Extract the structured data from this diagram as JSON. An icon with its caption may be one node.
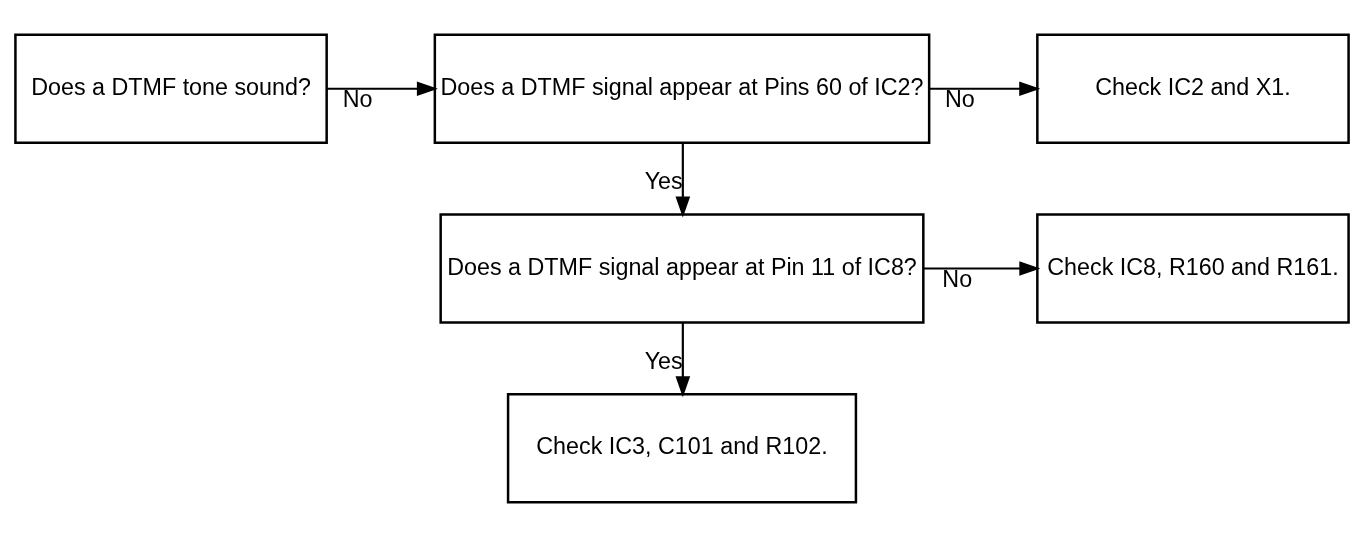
{
  "diagram": {
    "nodes": [
      {
        "text": [
          "Does a DTMF tone sound?"
        ]
      },
      {
        "text": [
          "Does a DTMF signal appear at Pins 60 of IC2?"
        ]
      },
      {
        "text": [
          "Check IC2 and X1."
        ]
      },
      {
        "text": [
          "Does a DTMF signal appear at Pin 11 of IC8?"
        ]
      },
      {
        "text": [
          "Check IC8, R160 and R161."
        ]
      },
      {
        "text": [
          "Check IC3, C101 and R102."
        ]
      }
    ],
    "edges": [
      {
        "from": 0,
        "to": 1,
        "arrow": "to",
        "label": "No"
      },
      {
        "from": 1,
        "to": 2,
        "arrow": "to",
        "label": "No"
      },
      {
        "from": 1,
        "to": 3,
        "arrow": "to",
        "label": "Yes"
      },
      {
        "from": 3,
        "to": 4,
        "arrow": "to",
        "label": "No"
      },
      {
        "from": 3,
        "to": 5,
        "arrow": "to",
        "label": "Yes"
      }
    ]
  }
}
